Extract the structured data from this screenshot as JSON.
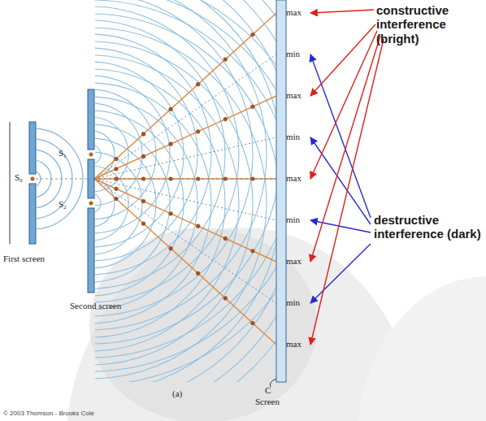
{
  "diagram": {
    "labels": [
      "S₀",
      "S₁",
      "S₂",
      "First screen",
      "Second screen",
      "max",
      "min",
      "max",
      "min",
      "max",
      "min",
      "max",
      "min",
      "max",
      "constructive interference (bright)",
      "destructive interference (dark)",
      "(a)",
      "C",
      "Screen",
      "© 2003 Thomson - Brooks Cole"
    ]
  }
}
